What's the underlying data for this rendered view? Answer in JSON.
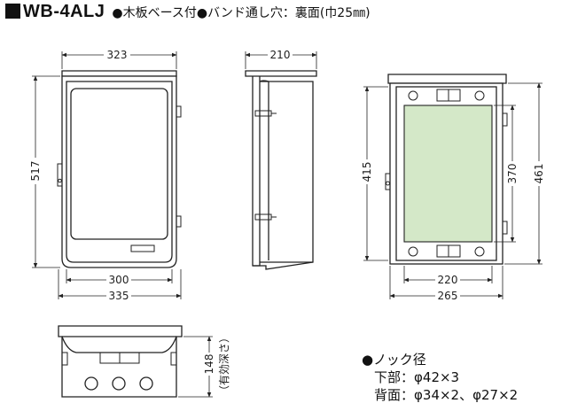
{
  "title": {
    "model": "WB-4ALJ",
    "features": "●木板ベース付●バンド通し穴：裏面(巾25㎜)"
  },
  "front_view": {
    "dims": {
      "top_width": "323",
      "height": "517",
      "inner_width": "300",
      "outer_width": "335"
    }
  },
  "side_view": {
    "dims": {
      "depth": "210"
    }
  },
  "back_view": {
    "dims": {
      "height_outer": "415",
      "panel_height": "370",
      "total_height": "461",
      "panel_width": "220",
      "outer_width": "265"
    }
  },
  "bottom_view": {
    "dims": {
      "depth": "148",
      "depth_note": "（有効深さ）"
    }
  },
  "knockout": {
    "heading": "●ノック径",
    "lower": "下部：φ42×3",
    "back": "背面：φ34×2、φ27×2"
  },
  "colors": {
    "panel_fill": "#d4e8c8",
    "line": "#222222"
  }
}
